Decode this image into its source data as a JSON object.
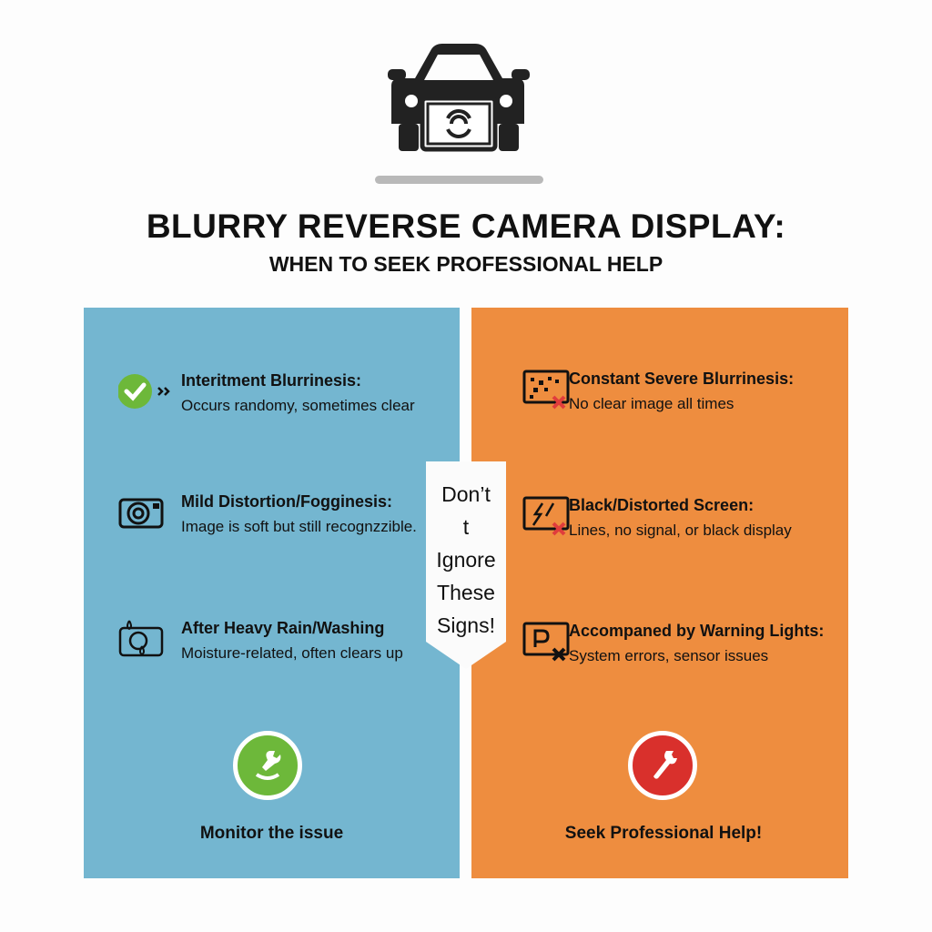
{
  "header": {
    "title": "BLURRY REVERSE CAMERA DISPLAY:",
    "subtitle": "WHEN TO SEEK PROFESSIONAL HELP",
    "icon": "car-camera-icon"
  },
  "colors": {
    "left_panel": "#74b6d0",
    "right_panel": "#ee8d3f",
    "green": "#6db83a",
    "red": "#d9302c"
  },
  "left": {
    "items": [
      {
        "title": "Interitment Blurrinesis:",
        "desc": "Occurs randomy, sometimes clear",
        "icon": "check-icon"
      },
      {
        "title": "Mild Distortion/Fogginesis:",
        "desc": "Image is soft but still recognzzible.",
        "icon": "camera-icon"
      },
      {
        "title": "After Heavy Rain/Washing",
        "desc": "Moisture-related, often clears up",
        "icon": "rain-camera-icon"
      }
    ],
    "footer": {
      "label": "Monitor the issue",
      "icon": "wrench-icon"
    }
  },
  "right": {
    "items": [
      {
        "title": "Constant Severe Blurrinesis:",
        "desc": "No clear image all times",
        "icon": "pixelated-screen-icon"
      },
      {
        "title": "Black/Distorted Screen:",
        "desc": "Lines, no signal, or black display",
        "icon": "broken-screen-icon"
      },
      {
        "title": "Accompaned by Warning Lights:",
        "desc": "System errors, sensor issues",
        "icon": "parking-warning-icon"
      }
    ],
    "footer": {
      "label": "Seek Professional Help!",
      "icon": "wrench-icon"
    }
  },
  "banner": {
    "lines": [
      "Don’t",
      "t",
      "Ignore",
      "These",
      "Signs!"
    ]
  }
}
